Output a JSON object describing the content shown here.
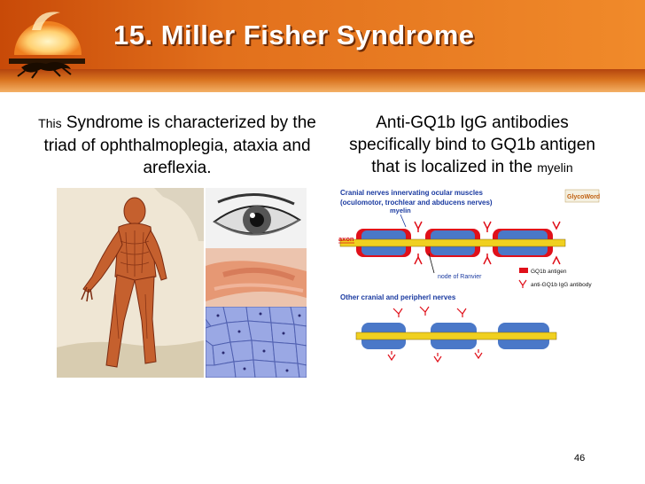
{
  "slide": {
    "title": "15. Miller Fisher Syndrome",
    "page_number": "46",
    "left_text": {
      "word_this": "This",
      "rest": " Syndrome is characterized by the triad of ophthalmoplegia, ataxia and areflexia."
    },
    "right_text": {
      "main": "Anti-GQ1b IgG antibodies specifically bind to GQ1b antigen that is localized in the ",
      "myelin_word": "myelin"
    }
  },
  "diagram": {
    "title_line1": "Cranial nerves innervating ocular muscles",
    "title_line2": "(oculomotor, trochlear and abducens nerves)",
    "brand": "GlycoWord",
    "label_myelin": "myelin",
    "label_axon": "axon",
    "label_node": "node of Ranvier",
    "legend_antigen": "GQ1b antigen",
    "legend_antibody": "anti-GQ1b IgG antibody",
    "section2_title": "Other cranial and peripherl nerves"
  },
  "colors": {
    "header_orange": "#e2701c",
    "myelin_blue": "#4a78c8",
    "antigen_red": "#e0101a",
    "axon_yellow": "#f0d020",
    "label_blue": "#1a3aa0"
  },
  "icons": {
    "logo": "sunset-cheetah-logo"
  }
}
